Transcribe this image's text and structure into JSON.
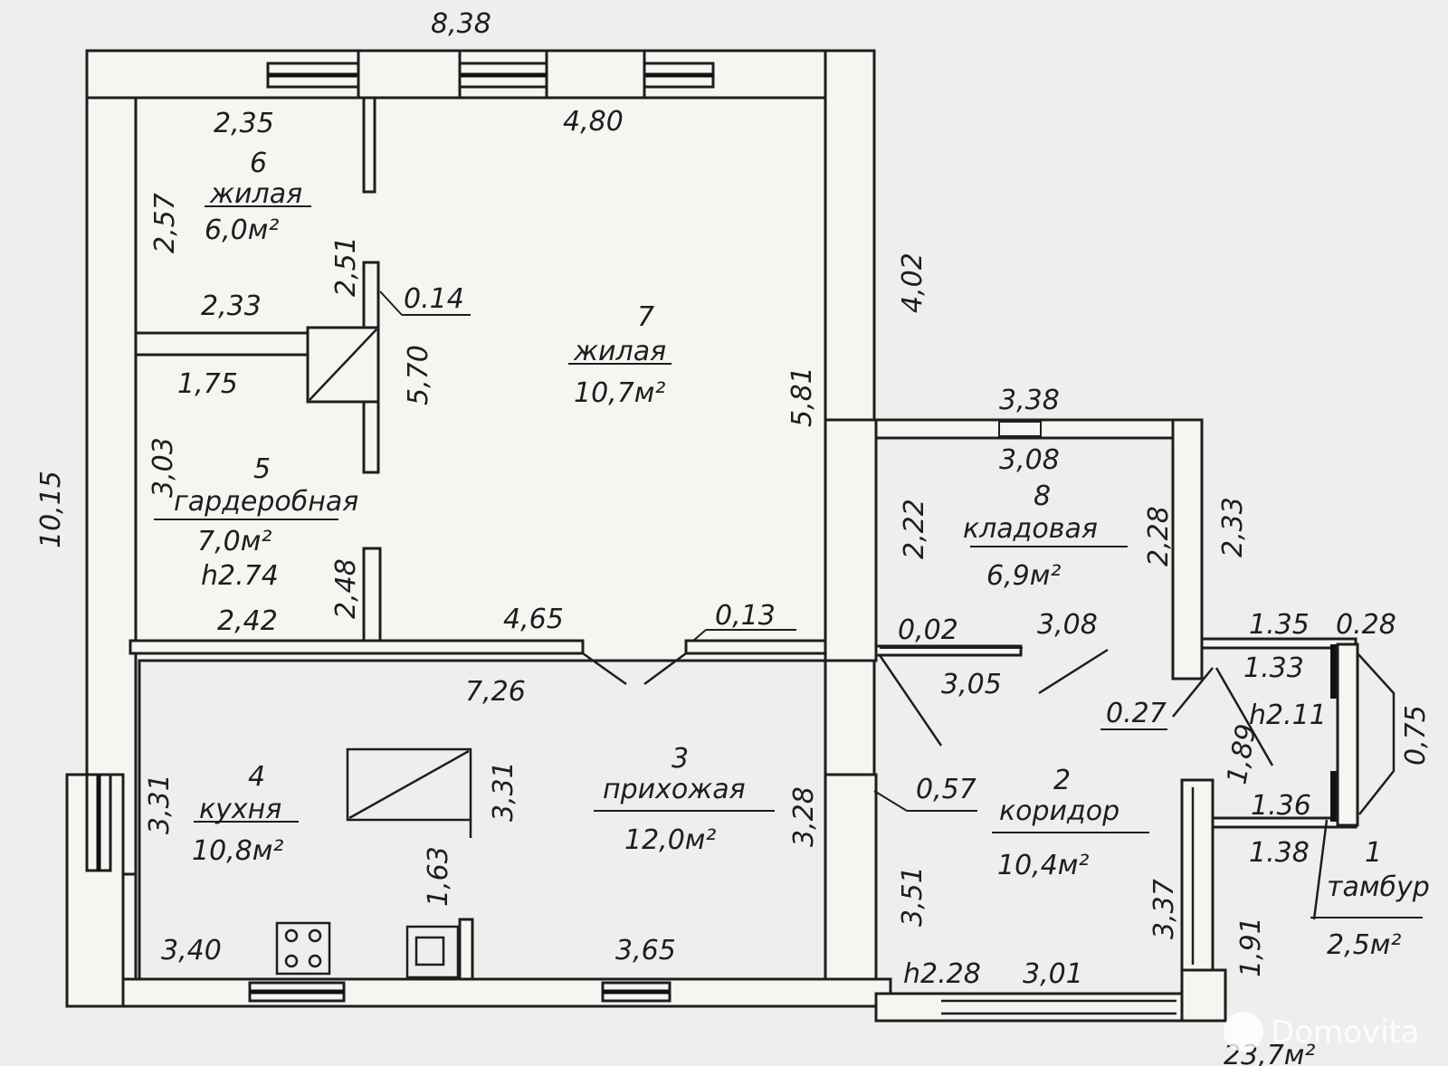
{
  "rooms": {
    "r1": {
      "num": "1",
      "name": "тамбур",
      "area": "2,5м²"
    },
    "r2": {
      "num": "2",
      "name": "коридор",
      "area": "10,4м²"
    },
    "r3": {
      "num": "3",
      "name": "прихожая",
      "area": "12,0м²"
    },
    "r4": {
      "num": "4",
      "name": "кухня",
      "area": "10,8м²"
    },
    "r5": {
      "num": "5",
      "name": "гардеробная",
      "area": "7,0м²",
      "height": "h2.74"
    },
    "r6": {
      "num": "6",
      "name": "жилая",
      "area": "6,0м²"
    },
    "r7": {
      "num": "7",
      "name": "жилая",
      "area": "10,7м²"
    },
    "r8": {
      "num": "8",
      "name": "кладовая",
      "area": "6,9м²"
    }
  },
  "heights": {
    "corridor": "h2.28",
    "vestibule": "h2.11"
  },
  "dims": {
    "d_8_38": "8,38",
    "d_2_35": "2,35",
    "d_4_80": "4,80",
    "d_2_57": "2,57",
    "d_2_51": "2,51",
    "d_0_14": "0.14",
    "d_2_33a": "2,33",
    "d_1_75": "1,75",
    "d_5_70": "5,70",
    "d_5_81": "5,81",
    "d_4_02": "4,02",
    "d_10_15": "10,15",
    "d_3_03": "3,03",
    "d_2_48": "2,48",
    "d_2_42": "2,42",
    "d_4_65": "4,65",
    "d_0_13": "0,13",
    "d_0_02": "0,02",
    "d_3_08a": "3,08",
    "d_3_38": "3,38",
    "d_3_08b": "3,08",
    "d_2_22": "2,22",
    "d_2_28": "2,28",
    "d_2_33b": "2,33",
    "d_1_35": "1.35",
    "d_0_28": "0.28",
    "d_1_33": "1.33",
    "d_0_75": "0,75",
    "d_7_26": "7,26",
    "d_3_05": "3,05",
    "d_0_27": "0.27",
    "d_1_89": "1,89",
    "d_3_31a": "3,31",
    "d_3_31b": "3,31",
    "d_3_28": "3,28",
    "d_0_57": "0,57",
    "d_1_36": "1.36",
    "d_1_38": "1.38",
    "d_1_63": "1,63",
    "d_3_51": "3,51",
    "d_3_37": "3,37",
    "d_1_91": "1,91",
    "d_3_40": "3,40",
    "d_3_65": "3,65",
    "d_3_01": "3,01",
    "d_total": "23,7м²"
  },
  "watermark": "Domovita",
  "colors": {
    "line": "#1e1e1e",
    "paper": "#efeeec",
    "wall": "#f6f5f2"
  }
}
